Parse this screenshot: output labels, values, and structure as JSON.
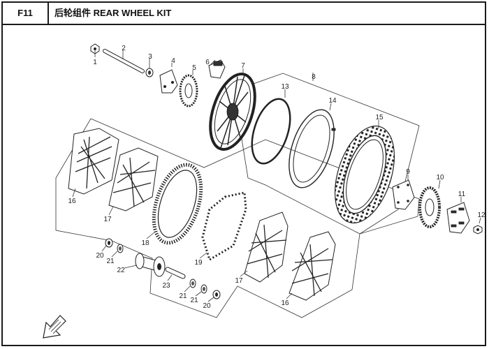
{
  "header": {
    "code": "F11",
    "title": "后轮组件 REAR WHEEL KIT"
  },
  "callouts": [
    "1",
    "2",
    "3",
    "4",
    "5",
    "6",
    "7",
    "8",
    "13",
    "14",
    "15",
    "9",
    "10",
    "11",
    "12",
    "16",
    "17",
    "18",
    "19",
    "17",
    "16",
    "20",
    "21",
    "22",
    "23",
    "21",
    "21",
    "20"
  ],
  "icons": {
    "corner": "arrow-pointer-icon"
  }
}
